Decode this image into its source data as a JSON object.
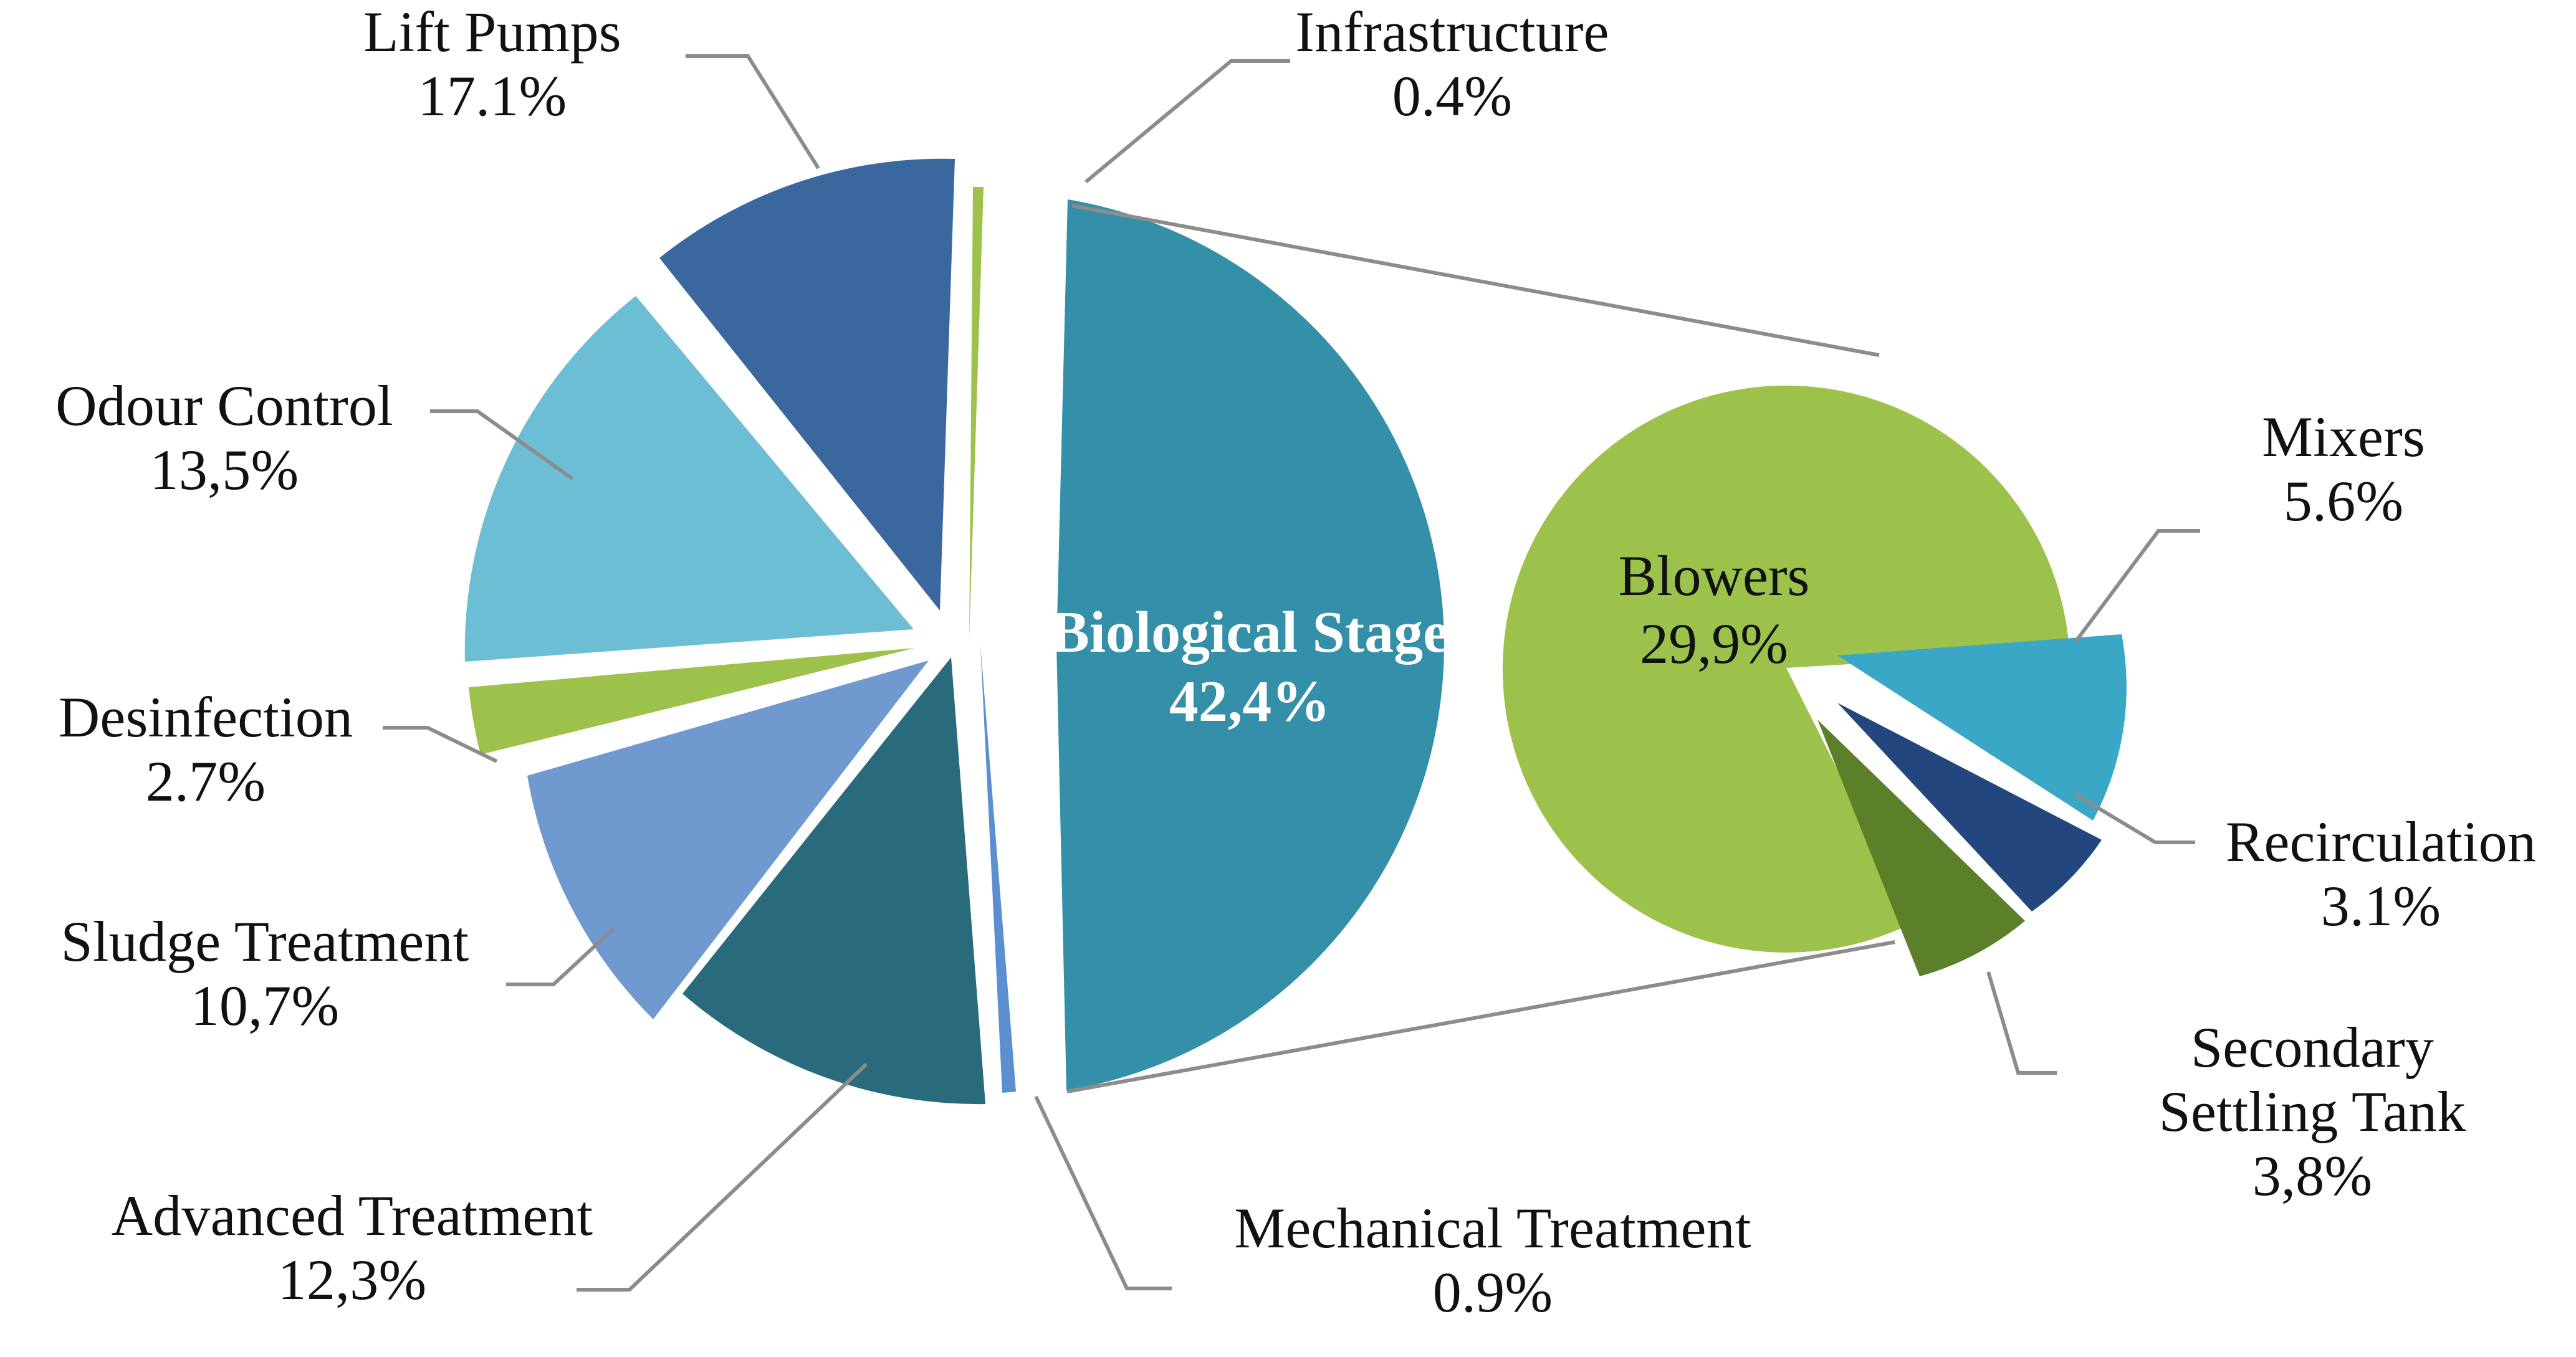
{
  "chart_data": {
    "type": "pie",
    "title": "",
    "subtitle": "",
    "xlabel": "",
    "ylabel": "",
    "legend_position": "none",
    "grid": false,
    "value_unit": "%",
    "note": "Main pie of wastewater treatment plant energy shares; the Biological Stage slice is expanded into a secondary pie on the right.",
    "charts": [
      {
        "name": "main-pie",
        "type": "pie",
        "categories": [
          "Infrastructure",
          "Biological Stage",
          "Mechanical Treatment",
          "Advanced Treatment",
          "Sludge Treatment",
          "Desinfection",
          "Odour Control",
          "Lift Pumps"
        ],
        "values": [
          0.4,
          42.4,
          0.9,
          12.3,
          10.7,
          2.7,
          13.5,
          17.1
        ],
        "colors": [
          "#9cc24c",
          "#348fa8",
          "#5b8fd0",
          "#296a7d",
          "#7099cf",
          "#9cc24c",
          "#6cbed4",
          "#3a689e"
        ]
      },
      {
        "name": "secondary-pie",
        "type": "pie",
        "categories": [
          "Blowers",
          "Mixers",
          "Recirculation",
          "Secondary Settling Tank"
        ],
        "values": [
          29.9,
          5.6,
          3.1,
          3.8
        ],
        "colors": [
          "#9cc24c",
          "#3ba7c6",
          "#23467e",
          "#5c7f2a"
        ]
      }
    ]
  },
  "main_pie": {
    "slices": {
      "lift_pumps": {
        "label": "Lift Pumps",
        "value": "17.1%",
        "color": "#3a689e"
      },
      "infrastructure": {
        "label": "Infrastructure",
        "value": "0.4%",
        "color": "#9cc24c"
      },
      "odour_control": {
        "label": "Odour Control",
        "value": "13,5%",
        "color": "#6cbed4"
      },
      "desinfection": {
        "label": "Desinfection",
        "value": "2.7%",
        "color": "#9cc24c"
      },
      "sludge_treatment": {
        "label": "Sludge Treatment",
        "value": "10,7%",
        "color": "#7099cf"
      },
      "advanced_treatment": {
        "label": "Advanced Treatment",
        "value": "12,3%",
        "color": "#296a7d"
      },
      "mechanical_treatment": {
        "label": "Mechanical Treatment",
        "value": "0.9%",
        "color": "#5b8fd0"
      },
      "biological_stage": {
        "label": "Biological Stage",
        "value": "42,4%",
        "color": "#348fa8"
      }
    }
  },
  "secondary_pie": {
    "slices": {
      "blowers": {
        "label": "Blowers",
        "value": "29,9%",
        "color": "#9cc24c"
      },
      "mixers": {
        "label": "Mixers",
        "value": "5.6%",
        "color": "#3ba7c6"
      },
      "recirculation": {
        "label": "Recirculation",
        "value": "3.1%",
        "color": "#23467e"
      },
      "secondary_settling_tank": {
        "label": "Secondary Settling Tank",
        "value": "3,8%",
        "color": "#5c7f2a"
      }
    }
  },
  "style": {
    "background": "#ffffff",
    "leader_line_color": "#8c8c8c",
    "label_text_color": "#111111",
    "inner_light_text_color": "#ffffff"
  }
}
